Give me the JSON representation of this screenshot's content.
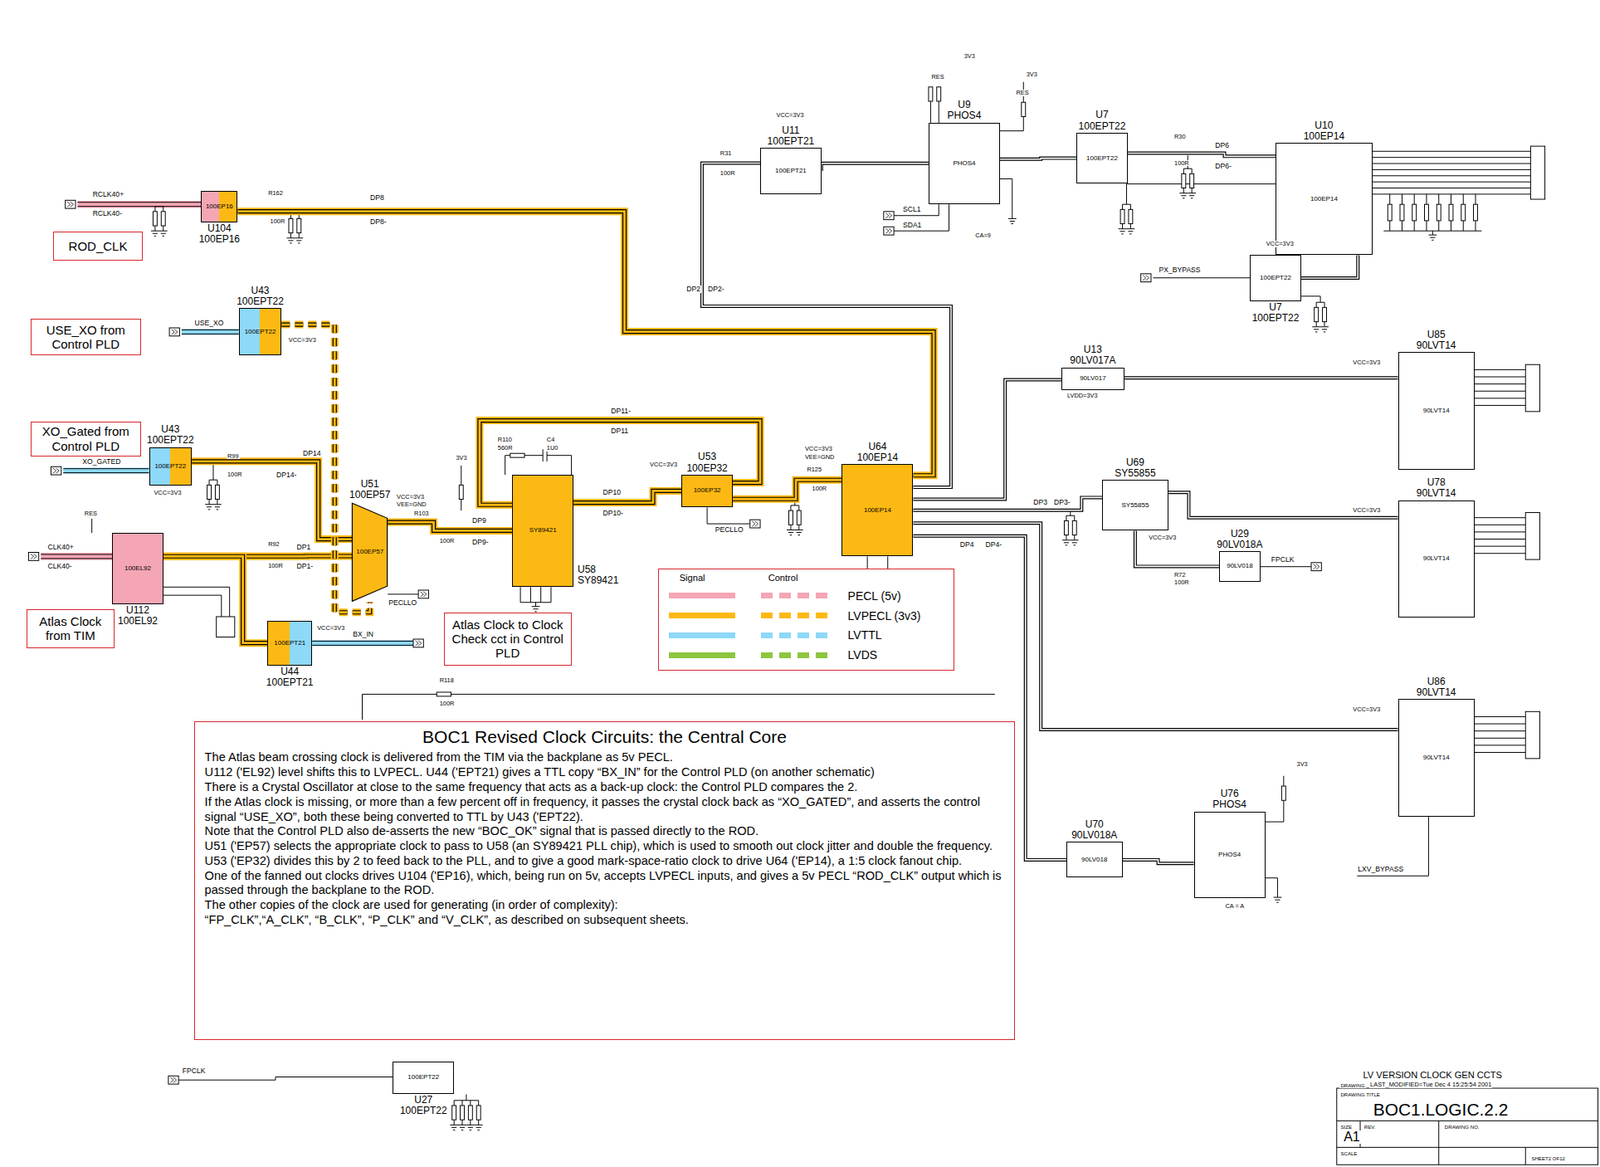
{
  "diagram": {
    "nodes": [
      {
        "text": [
          "U9 PHOS4",
          "PHOS4"
        ]
      },
      {
        "text": [
          "U11 100EPT21",
          "100EPT21"
        ]
      },
      {
        "text": [
          "U7 100EPT22",
          "100EPT22"
        ]
      },
      {
        "text": [
          "U10 100EP14",
          "100EP14"
        ]
      },
      {
        "text": [
          "U104 100EP16",
          "100EP16"
        ]
      },
      {
        "text": [
          "ROD_CLK"
        ]
      },
      {
        "text": [
          "U43 100EPT22",
          "100EPT22"
        ]
      },
      {
        "text": [
          "USE_XO from Control PLD"
        ]
      },
      {
        "text": [
          "U7 100EPT22",
          "100EPT22"
        ]
      },
      {
        "text": [
          "U85 90LVT14",
          "90LVT14"
        ]
      },
      {
        "text": [
          "U13 90LV017A",
          "90LV017"
        ]
      },
      {
        "text": [
          "U43 100EPT22",
          "100EPT22"
        ]
      },
      {
        "text": [
          "XO_Gated from Control PLD"
        ]
      },
      {
        "text": [
          "U53 100EP32",
          "100EP32"
        ]
      },
      {
        "text": [
          "U64 100EP14",
          "100EP14"
        ]
      },
      {
        "text": [
          "U69 SY55855",
          "SY55855"
        ]
      },
      {
        "text": [
          "U58 SY89421",
          "SY89421"
        ]
      },
      {
        "text": [
          "U51 100EP57",
          "100EP57"
        ]
      },
      {
        "text": [
          "U78 90LVT14",
          "90LVT14"
        ]
      },
      {
        "text": [
          "U112 100EL92",
          "100EL92"
        ]
      },
      {
        "text": [
          "U29 90LV018A",
          "90LV018"
        ]
      },
      {
        "text": [
          "Atlas Clock from TIM"
        ]
      },
      {
        "text": [
          "Atlas Clock to Clock Check cct in Control PLD"
        ]
      },
      {
        "text": [
          "U44 100EPT21",
          "100EPT21"
        ]
      },
      {
        "text": [
          "U86 90LVT14",
          "90LVT14"
        ]
      },
      {
        "text": [
          "BOC1 Revised Clock Circuits: the Central Core",
          "The Atlas beam crossing clock is delivered from the TIM via the backplane as 5v PECL.",
          "U112 ('EL92) level shifts this to LVPECL. U44 ('EPT21) gives a TTL copy “BX_IN” for the Control PLD (on another schematic)",
          "There is a Crystal Oscillator at close to the same frequency that acts as a back-up clock: the Control PLD compares the 2.",
          "If the Atlas clock is missing, or more than a few percent off in frequency, it passes the crystal clock back as “XO_GATED”, and asserts the control signal “USE_XO”, both these being converted to TTL by U43 ('EPT22).",
          "Note that the Control PLD also de-asserts the new “BOC_OK” signal that is passed directly to the ROD.",
          "U51 ('EP57) selects the appropriate clock to pass to U58 (an SY89421 PLL chip), which is used to smooth out clock jitter and double the frequency.",
          "U53 ('EP32) divides this by 2 to feed back to the PLL, and to give a good mark-space-ratio clock to drive U64 ('EP14), a 1:5 clock fanout chip.",
          "One of the fanned out clocks drives U104 ('EP16), which, being run on 5v, accepts LVPECL inputs, and gives a 5v PECL “ROD_CLK” output which is passed through the backplane to the ROD.",
          "The other copies of the clock are used for generating (in order of complexity):",
          "“FP_CLK”,“A_CLK”, “B_CLK”, “P_CLK” and “V_CLK”, as described on subsequent sheets."
        ]
      },
      {
        "text": [
          "U76 PHOS4",
          "PHOS4"
        ]
      },
      {
        "text": [
          "U70 90LV018A",
          "90LV018"
        ]
      },
      {
        "text": [
          "U27 100EPT22",
          "100EPT22"
        ]
      }
    ],
    "edges": [
      {
        "from": 19,
        "to": 17,
        "arrow": "none"
      },
      {
        "from": 19,
        "to": 23,
        "arrow": "none"
      },
      {
        "from": 11,
        "to": 17,
        "arrow": "none"
      },
      {
        "from": 6,
        "to": 17,
        "arrow": "none"
      },
      {
        "from": 17,
        "to": 16,
        "arrow": "none"
      },
      {
        "from": 16,
        "to": 13,
        "arrow": "none"
      },
      {
        "from": 13,
        "to": 16,
        "arrow": "none"
      },
      {
        "from": 13,
        "to": 14,
        "arrow": "none"
      },
      {
        "from": 14,
        "to": 4,
        "arrow": "none"
      },
      {
        "from": 14,
        "to": 1,
        "arrow": "none"
      },
      {
        "from": 1,
        "to": 0,
        "arrow": "none"
      },
      {
        "from": 0,
        "to": 2,
        "arrow": "none"
      },
      {
        "from": 2,
        "to": 3,
        "arrow": "none"
      },
      {
        "from": 8,
        "to": 3,
        "arrow": "none"
      },
      {
        "from": 14,
        "to": 10,
        "arrow": "none"
      },
      {
        "from": 10,
        "to": 9,
        "arrow": "none"
      },
      {
        "from": 14,
        "to": 15,
        "arrow": "none"
      },
      {
        "from": 15,
        "to": 18,
        "arrow": "none"
      },
      {
        "from": 15,
        "to": 20,
        "arrow": "none"
      },
      {
        "from": 14,
        "to": 24,
        "arrow": "none"
      },
      {
        "from": 14,
        "to": 27,
        "arrow": "none"
      },
      {
        "from": 27,
        "to": 26,
        "arrow": "none"
      }
    ],
    "labels": [
      "RCLK40+",
      "RCLK40-",
      "DP8",
      "DP8-",
      "USE_XO",
      "XO_GATED",
      "DP14",
      "DP14-",
      "CLK40+",
      "CLK40-",
      "DP1",
      "DP1-",
      "BX_IN",
      "PECLLO",
      "DP9",
      "DP9-",
      "DP11-",
      "DP11",
      "DP10",
      "DP10-",
      "PECLLO",
      "DP2",
      "DP2-",
      "DP6",
      "DP6-",
      "SCL1",
      "SDA1",
      "PX_BYPASS",
      "DP4",
      "DP4-",
      "DP3",
      "DP3-",
      "FPCLK",
      "LXV_BYPASS",
      "FPCLK",
      "CA=9",
      "CA = A",
      "RES",
      "RES",
      "RES",
      "3V3",
      "3V3",
      "3V3",
      "3V3",
      "VCC=3V3",
      "VEE=GND",
      "VCC=3V3",
      "VEE=GND",
      "VCC=3V3",
      "VCC=3V3",
      "VCC=3V3",
      "VCC=3V3",
      "VCC=3V3",
      "VCC=3V3",
      "VCC=3V3",
      "VCC=3V3",
      "VCC=3V3",
      "VCC=3V3",
      "LVDD=3V3",
      "R162",
      "100R",
      "R99",
      "100R",
      "R92",
      "100R",
      "R103",
      "100R",
      "R125",
      "100R",
      "R31",
      "100R",
      "R30",
      "100R",
      "R72",
      "100R",
      "R118",
      "100R",
      "R110",
      "560R",
      "C4",
      "1U0",
      "Signal",
      "Control",
      "LV VERSION CLOCK GEN CCTS",
      "DRAWING",
      "LAST_MODIFIED=Tue Dec 4 15:25:54 2001",
      "DRAWING TITLE",
      "BOC1.LOGIC.2.2",
      "SIZE",
      "A1",
      "REV.",
      "DRAWING NO.",
      "SCALE",
      "SHEET2 OF12"
    ],
    "legend": [
      {
        "text": "PECL (5v)",
        "color": "#f4a6b5"
      },
      {
        "text": "LVPECL (3v3)",
        "color": "#fdb913"
      },
      {
        "text": "LVTTL",
        "color": "#8ed8f8"
      },
      {
        "text": "LVDS",
        "color": "#8dc63f"
      }
    ]
  }
}
